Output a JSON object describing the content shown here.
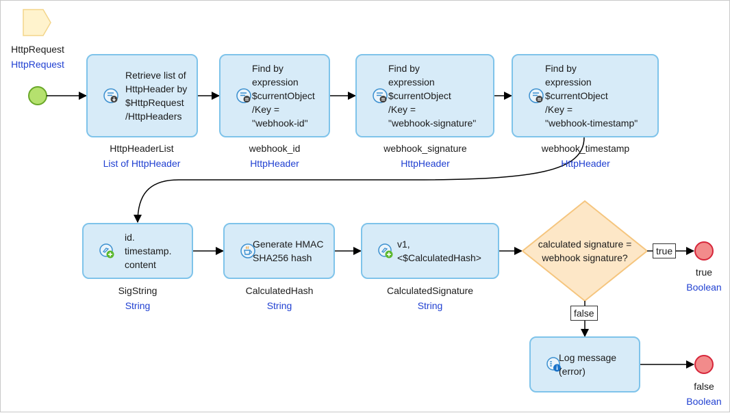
{
  "parameter": {
    "name": "HttpRequest",
    "type": "HttpRequest"
  },
  "activities": [
    {
      "id": "retrieve",
      "lines": [
        "Retrieve list of",
        "HttpHeader by",
        "$HttpRequest",
        "/HttpHeaders"
      ],
      "var_name": "HttpHeaderList",
      "var_type": "List of HttpHeader",
      "icon": "retrieve-icon"
    },
    {
      "id": "find1",
      "lines": [
        "Find by",
        "expression",
        "$currentObject",
        "/Key =",
        "\"webhook-id\""
      ],
      "var_name": "webhook_id",
      "var_type": "HttpHeader",
      "icon": "find-icon"
    },
    {
      "id": "find2",
      "lines": [
        "Find by",
        "expression",
        "$currentObject",
        "/Key =",
        "\"webhook-signature\""
      ],
      "var_name": "webhook_signature",
      "var_type": "HttpHeader",
      "icon": "find-icon"
    },
    {
      "id": "find3",
      "lines": [
        "Find by",
        "expression",
        "$currentObject",
        "/Key =",
        "\"webhook-timestamp\""
      ],
      "var_name": "webhook_timestamp",
      "var_type": "HttpHeader",
      "icon": "find-icon"
    },
    {
      "id": "sigstring",
      "lines": [
        "id.",
        "timestamp.",
        "content"
      ],
      "var_name": "SigString",
      "var_type": "String",
      "icon": "create-variable-icon"
    },
    {
      "id": "hmac",
      "lines": [
        "Generate HMAC",
        "SHA256 hash"
      ],
      "var_name": "CalculatedHash",
      "var_type": "String",
      "icon": "java-action-icon"
    },
    {
      "id": "calcsig",
      "lines": [
        "v1,",
        "<$CalculatedHash>"
      ],
      "var_name": "CalculatedSignature",
      "var_type": "String",
      "icon": "create-variable-icon"
    },
    {
      "id": "log",
      "lines": [
        "Log message",
        "(error)"
      ],
      "icon": "log-icon"
    }
  ],
  "decision": {
    "lines": [
      "calculated signature =",
      "webhook signature?"
    ]
  },
  "flags": {
    "true_label": "true",
    "false_label": "false"
  },
  "end_events": [
    {
      "value": "true",
      "type": "Boolean"
    },
    {
      "value": "false",
      "type": "Boolean"
    }
  ],
  "colors": {
    "activity_fill": "#d7ebf8",
    "activity_border": "#7ec3ea",
    "start_fill": "#b5e16e",
    "start_border": "#6aa829",
    "end_fill": "#f28b8b",
    "end_border": "#d6263a",
    "decision_fill": "#fde7c7",
    "decision_border": "#f5c57e",
    "param_fill": "#fff3cd",
    "param_border": "#f3d58a",
    "type_text": "#1f3fd1"
  }
}
